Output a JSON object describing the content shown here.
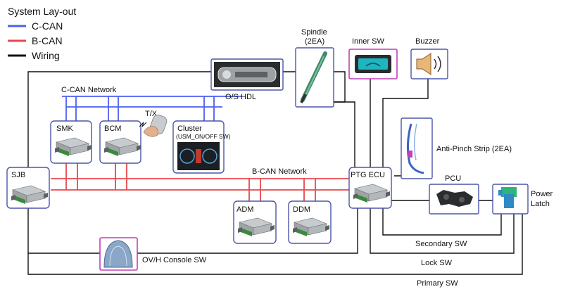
{
  "legend": {
    "title": "System Lay-out",
    "items": [
      {
        "label": "C-CAN",
        "color": "#4d5ff0"
      },
      {
        "label": "B-CAN",
        "color": "#e8484b"
      },
      {
        "label": "Wiring",
        "color": "#111111"
      }
    ]
  },
  "networks": {
    "c_can": "C-CAN Network",
    "b_can": "B-CAN Network"
  },
  "components": {
    "os_hdl": "O/S HDL",
    "spindle_line1": "Spindle",
    "spindle_line2": "(2EA)",
    "inner_sw": "Inner SW",
    "buzzer": "Buzzer",
    "smk": "SMK",
    "bcm": "BCM",
    "tx": "T/X",
    "cluster_line1": "Cluster",
    "cluster_line2": "(USM_ON/OFF SW)",
    "anti_pinch": "Anti-Pinch Strip (2EA)",
    "sjb": "SJB",
    "ptg_ecu": "PTG ECU",
    "pcu": "PCU",
    "power_latch_line1": "Power",
    "power_latch_line2": "Latch",
    "adm": "ADM",
    "ddm": "DDM",
    "ovh_console": "OV/H Console SW"
  },
  "wires": {
    "secondary_sw": "Secondary SW",
    "lock_sw": "Lock SW",
    "primary_sw": "Primary SW"
  },
  "colors": {
    "box_border": "#4b56a8",
    "highlight_border": "#c23fb7",
    "c_can": "#4d5ff0",
    "b_can": "#e8484b",
    "wiring": "#111111"
  }
}
